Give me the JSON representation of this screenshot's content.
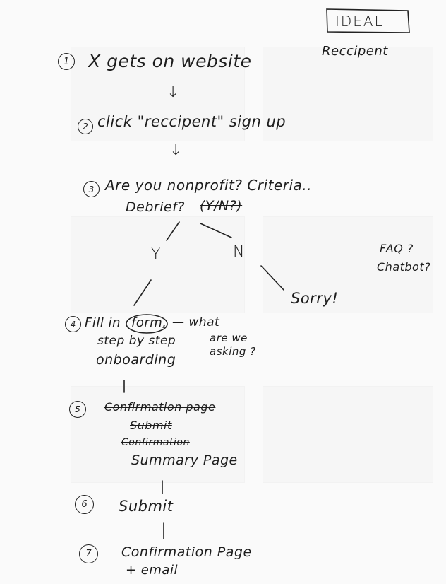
{
  "header": {
    "tag": "IDEAL",
    "subtitle": "Reccipent"
  },
  "steps": [
    {
      "num": "1",
      "text": "X gets on website"
    },
    {
      "num": "2",
      "text": "click \"reccipent\" sign up"
    },
    {
      "num": "3",
      "line1": "Are you nonprofit? Criteria..",
      "line2": "Debrief?",
      "line2_strike": "(Y/N?)"
    },
    {
      "num": "4",
      "fill_pre": "Fill in",
      "fill_circled": "form,",
      "fill_post": "— what",
      "sub1": "step by step",
      "sub1b": "are we",
      "sub2": "onboarding",
      "sub2b": "asking ?"
    },
    {
      "num": "5",
      "struck1": "Confirmation page",
      "struck2": "Submit",
      "struck3": "Confirmation",
      "final": "Summary Page"
    },
    {
      "num": "6",
      "text": "Submit"
    },
    {
      "num": "7",
      "line1": "Confirmation Page",
      "line2": "+ email"
    }
  ],
  "branch": {
    "yes": "Y",
    "no": "N",
    "no_result": "Sorry!"
  },
  "side_notes": {
    "faq": "FAQ ?",
    "chatbot": "Chatbot?"
  },
  "arrow_glyph": "↓",
  "footer_dot": "."
}
